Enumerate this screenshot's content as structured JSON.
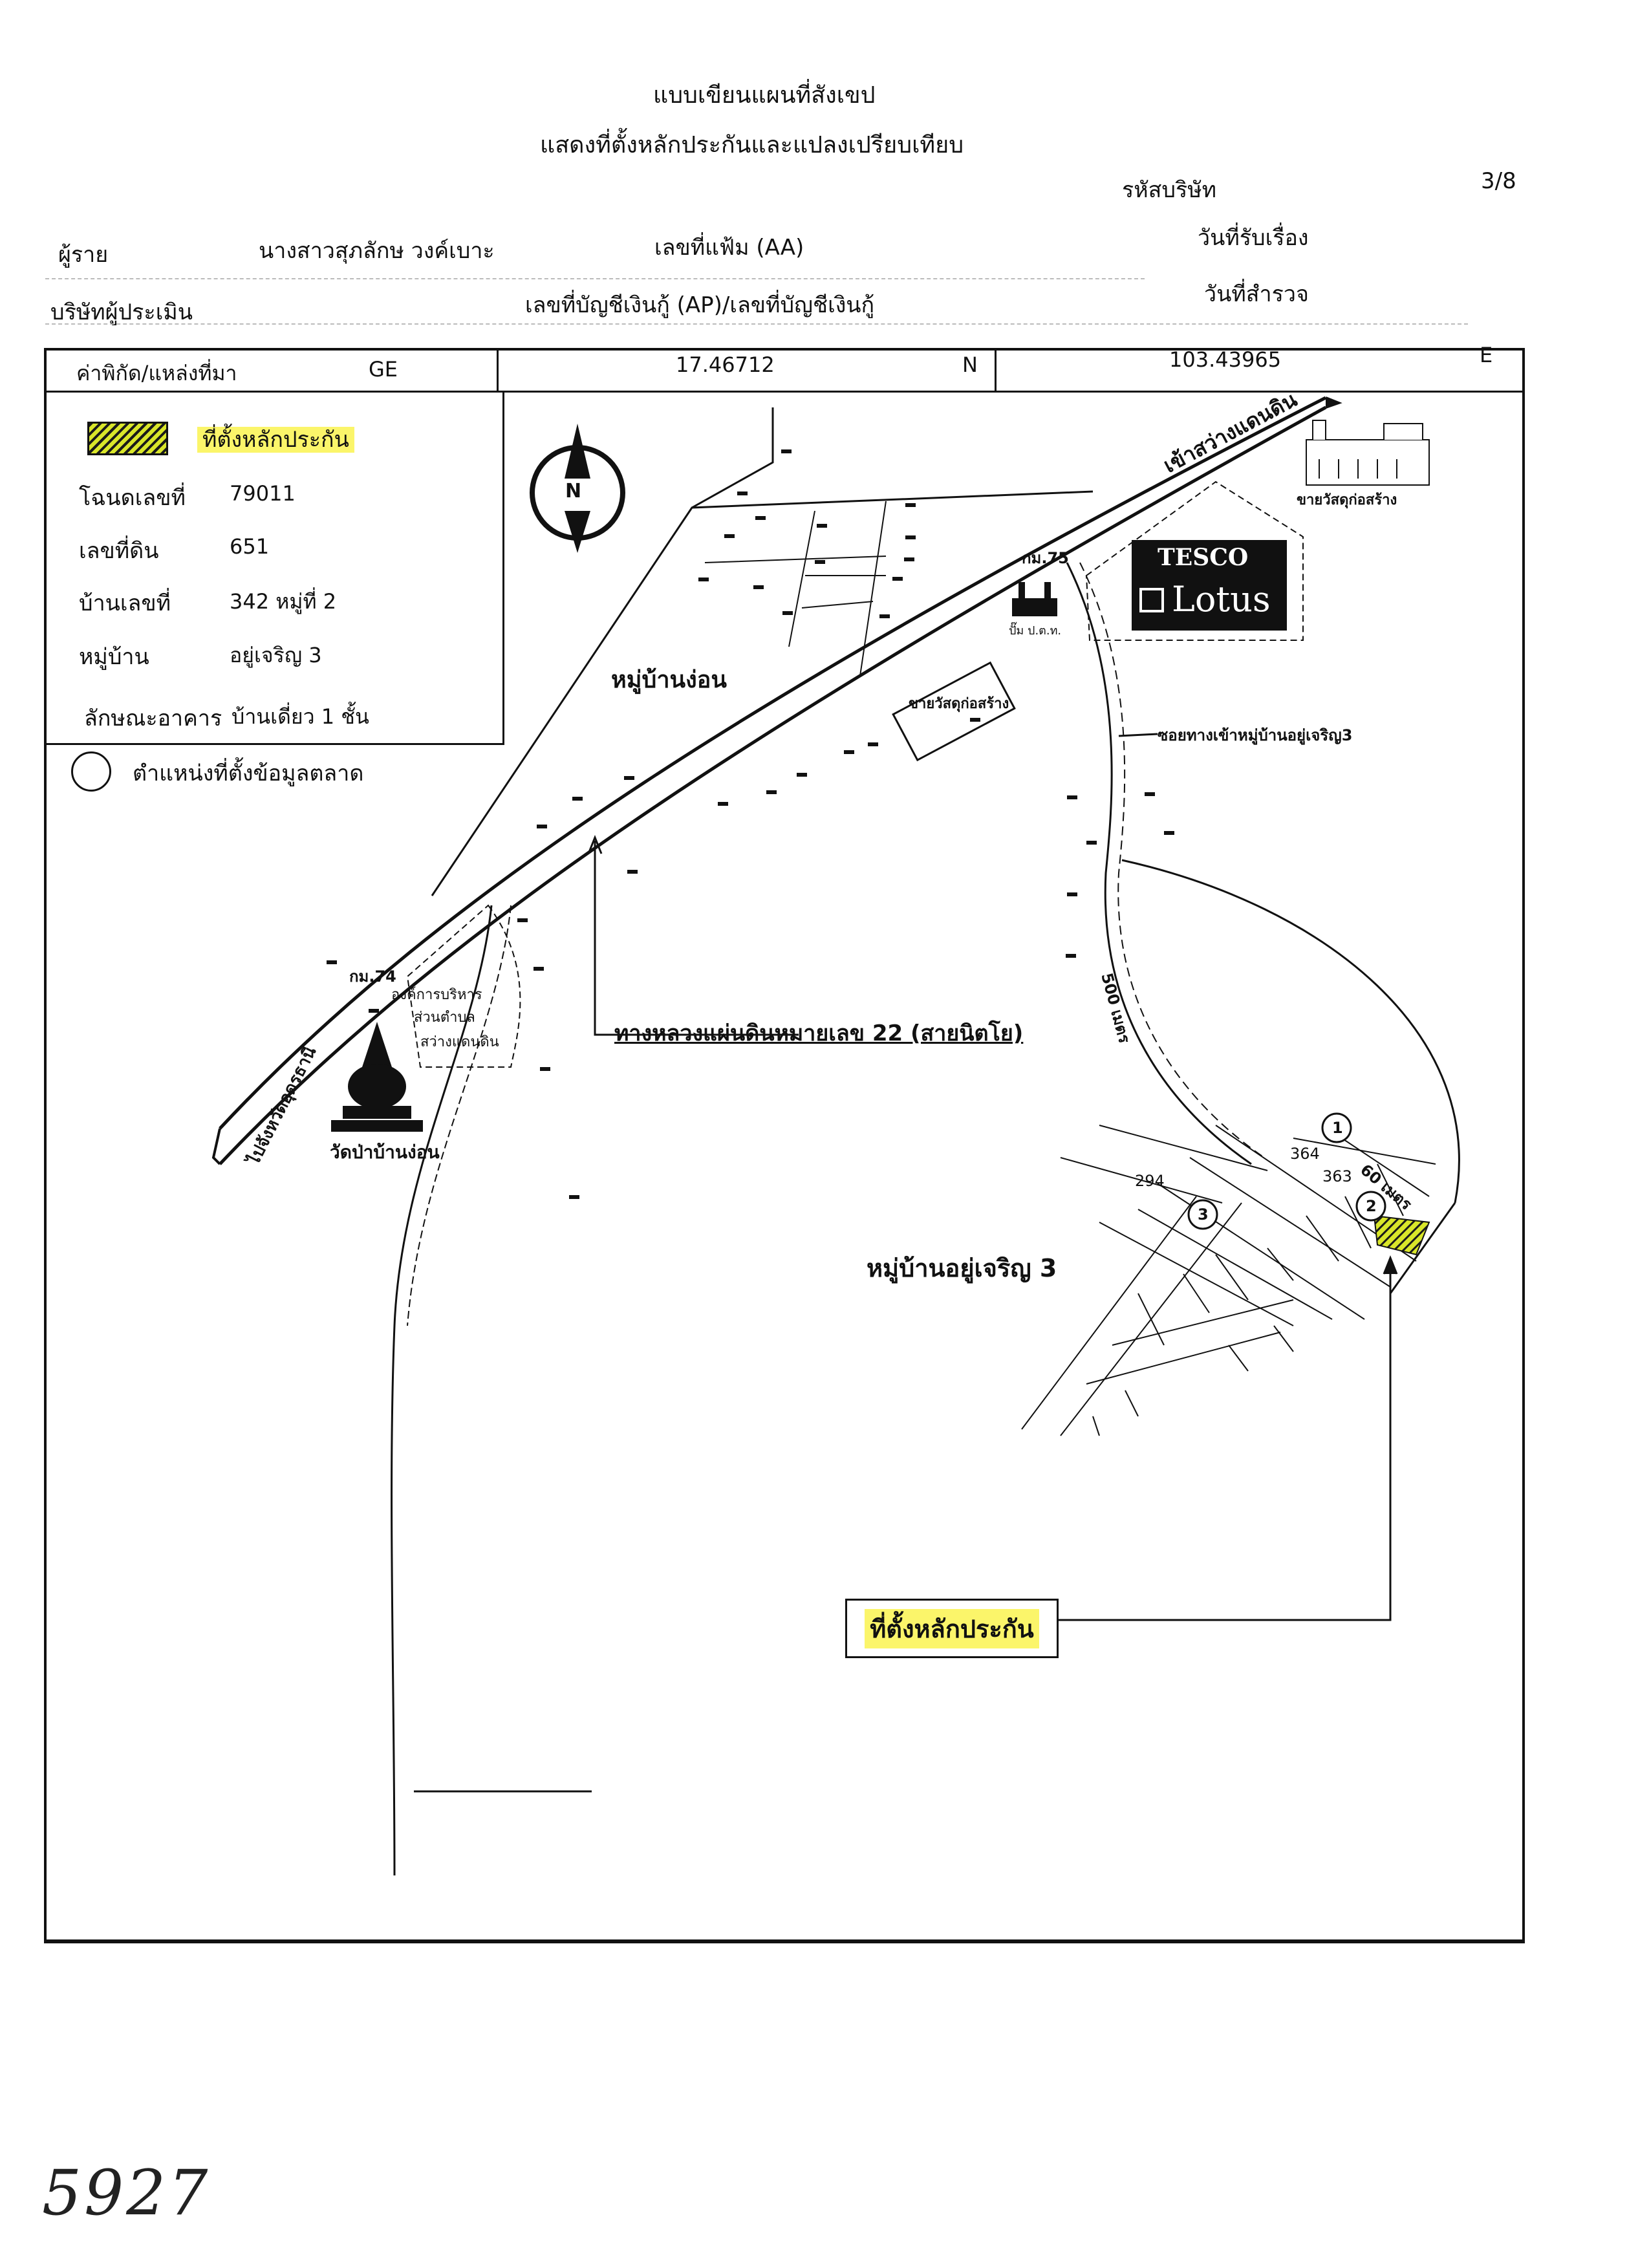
{
  "header": {
    "title_line1": "แบบเขียนแผนที่สังเขป",
    "title_line2": "แสดงที่ตั้งหลักประกันและแปลงเปรียบเทียบ",
    "company_code_label": "รหัสบริษัท",
    "page_number": "3/8",
    "owner_label": "ผู้ราย",
    "owner_name": "นางสาวสุภลักษ  วงค์เบาะ",
    "file_no_label": "เลขที่แฟ้ม (AA)",
    "received_date_label": "วันที่รับเรื่อง",
    "appraiser_label": "บริษัทผู้ประเมิน",
    "account_label": "เลขที่บัญชีเงินกู้ (AP)/เลขที่บัญชีเงินกู้",
    "survey_date_label": "วันที่สำรวจ"
  },
  "coordinates": {
    "source_label": "ค่าพิกัด/แหล่งที่มา",
    "source_value": "GE",
    "latitude": "17.46712",
    "lat_dir": "N",
    "longitude": "103.43965",
    "lon_dir": "E"
  },
  "legend": {
    "collateral_label": "ที่ตั้งหลักประกัน",
    "deed_label": "โฉนดเลขที่",
    "deed_value": "79011",
    "land_no_label": "เลขที่ดิน",
    "land_no_value": "651",
    "house_no_label": "บ้านเลขที่",
    "house_no_value": "342 หมู่ที่ 2",
    "village_label": "หมู่บ้าน",
    "village_value": "อยู่เจริญ 3",
    "building_type_label": "ลักษณะอาคาร",
    "building_type_value": "บ้านเดี่ยว 1 ชั้น",
    "market_data_label": "ตำแหน่งที่ตั้งข้อมูลตลาด"
  },
  "map": {
    "north_letter": "N",
    "road_to_sawang": "เข้าสว่างแดนดิน",
    "wat_market_top": "ขายวัสดุก่อสร้าง",
    "tesco_top": "TESCO",
    "tesco_bottom": "Lotus",
    "km75": "กม.75",
    "gas_station": "ปั๊ม ป.ต.ท.",
    "village_ngon": "หมู่บ้านง่อน",
    "wat_market_mid": "ขายวัสดุก่อสร้าง",
    "soi_to_village": "ซอยทางเข้าหมู่บ้านอยู่เจริญ3",
    "dist_500": "500 เมตร",
    "highway_label": "ทางหลวงแผ่นดินหมายเลข 22 (สายนิตโย)",
    "km74": "กม.74",
    "sao_line1": "องค์การบริหาร",
    "sao_line2": "ส่วนตำบล",
    "sao_line3": "สว่างแดนดิน",
    "to_udon": "ไปจังหวัดอุดรธานี",
    "temple": "วัดป่าบ้านง่อน",
    "village_yoocharoen": "หมู่บ้านอยู่เจริญ 3",
    "dist_60": "60 เมตร",
    "plot_364": "364",
    "plot_363": "363",
    "plot_294": "294",
    "marker_1": "1",
    "marker_2": "2",
    "marker_3": "3",
    "collateral_callout": "ที่ตั้งหลักประกัน"
  },
  "footer": {
    "handwritten_no": "5927"
  }
}
